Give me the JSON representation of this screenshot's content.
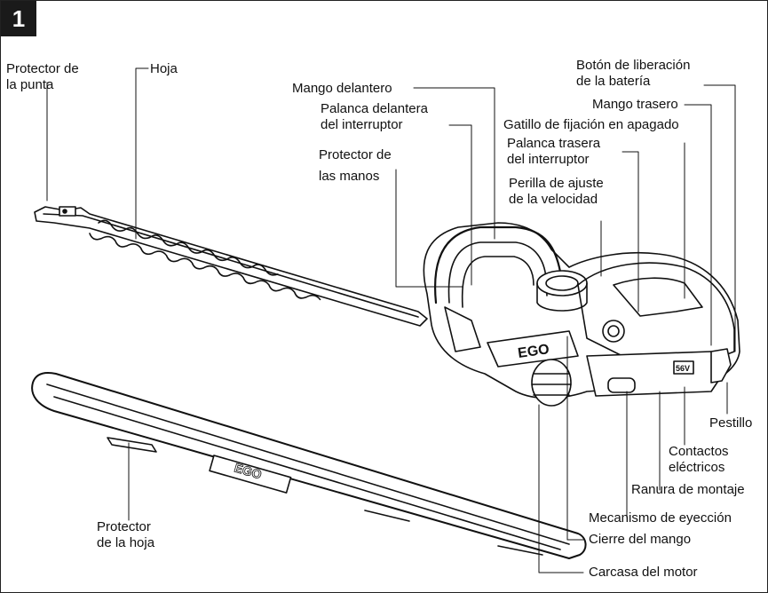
{
  "figure_number": "1",
  "labels": {
    "tip_protector": [
      "Protector de",
      "la punta"
    ],
    "blade": "Hoja",
    "front_handle": "Mango delantero",
    "front_switch_lever": [
      "Palanca delantera",
      "del interruptor"
    ],
    "hand_guard": [
      "Protector de",
      "las manos"
    ],
    "battery_release_button": [
      "Botón de liberación",
      "de la batería"
    ],
    "rear_handle": "Mango trasero",
    "lock_off_trigger": "Gatillo de fijación en apagado",
    "rear_switch_lever": [
      "Palanca trasera",
      "del interruptor"
    ],
    "speed_knob": [
      "Perilla de ajuste",
      "de la velocidad"
    ],
    "latch": "Pestillo",
    "electrical_contacts": [
      "Contactos",
      "eléctricos"
    ],
    "mounting_slot": "Ranura de montaje",
    "ejection_mechanism": "Mecanismo de eyección",
    "handle_lock": "Cierre del mango",
    "motor_housing": "Carcasa del motor",
    "blade_protector": [
      "Protector",
      "de la hoja"
    ]
  },
  "logo_text": "EGO",
  "badge_text": "56V"
}
